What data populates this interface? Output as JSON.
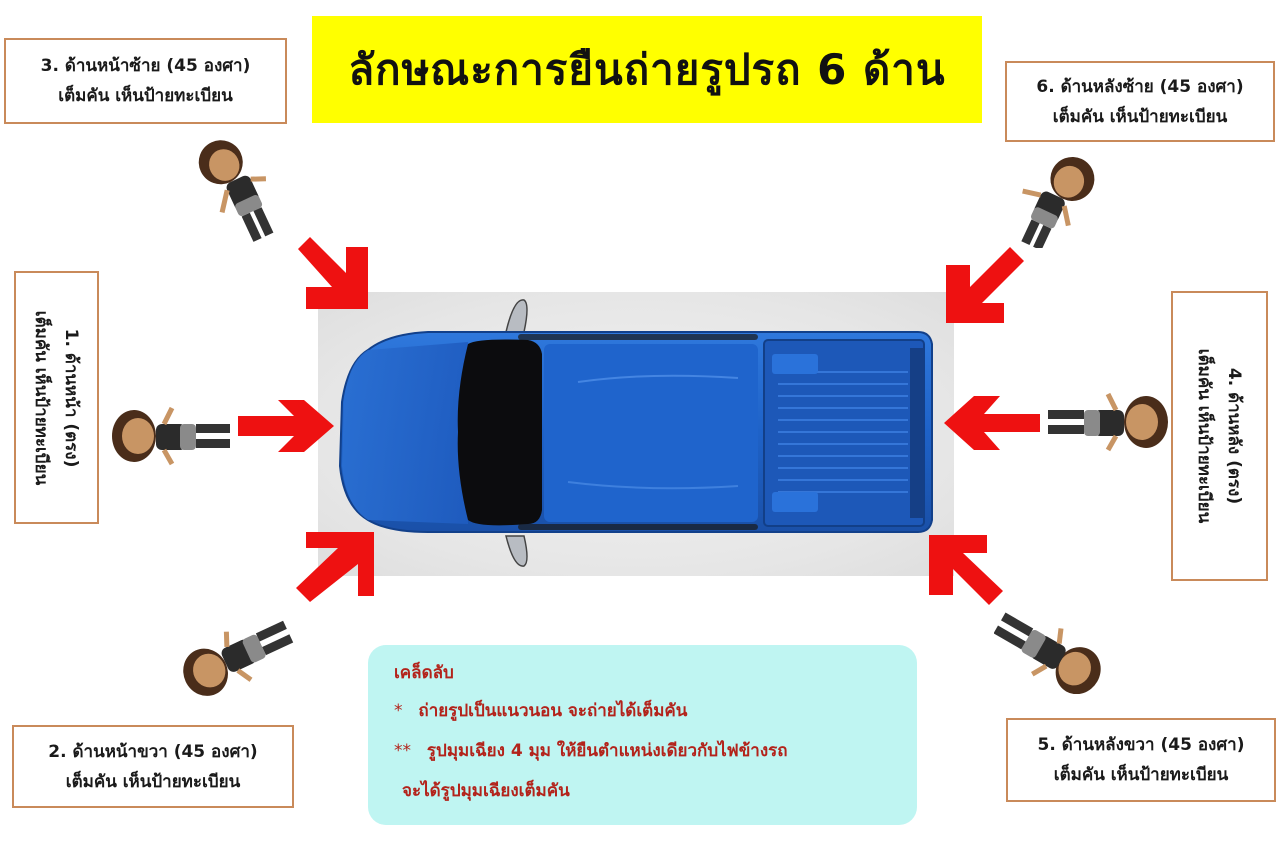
{
  "title": "ลักษณะการยืนถ่ายรูปรถ 6 ด้าน",
  "colors": {
    "title_bg": "#ffff00",
    "label_border": "#c98a5a",
    "arrow": "#ee1111",
    "car": "#1f5fc4",
    "tips_bg": "#bff5f2",
    "tips_text": "#b3231b"
  },
  "positions": [
    {
      "id": 1,
      "line1": "1. ด้านหน้า (ตรง)",
      "line2": "เต็มคัน เห็นป้ายทะเบียน",
      "orientation": "vertical-left"
    },
    {
      "id": 2,
      "line1": "2. ด้านหน้าขวา (45 องศา)",
      "line2": "เต็มคัน เห็นป้ายทะเบียน",
      "orientation": "horizontal"
    },
    {
      "id": 3,
      "line1": "3. ด้านหน้าซ้าย (45 องศา)",
      "line2": "เต็มคัน เห็นป้ายทะเบียน",
      "orientation": "horizontal"
    },
    {
      "id": 4,
      "line1": "4. ด้านหลัง (ตรง)",
      "line2": "เต็มคัน เห็นป้ายทะเบียน",
      "orientation": "vertical-right"
    },
    {
      "id": 5,
      "line1": "5. ด้านหลังขวา (45 องศา)",
      "line2": "เต็มคัน เห็นป้ายทะเบียน",
      "orientation": "horizontal"
    },
    {
      "id": 6,
      "line1": "6. ด้านหลังซ้าย (45 องศา)",
      "line2": "เต็มคัน เห็นป้ายทะเบียน",
      "orientation": "horizontal"
    }
  ],
  "tips": {
    "title": "เคล็ดลับ",
    "items": [
      {
        "bullet": "*",
        "text": "ถ่ายรูปเป็นแนวนอน จะถ่ายได้เต็มคัน"
      },
      {
        "bullet": "**",
        "text": "รูปมุมเฉียง 4 มุม ให้ยืนตำแหน่งเดียวกับไฟข้างรถ"
      }
    ],
    "continuation": "จะได้รูปมุมเฉียงเต็มคัน"
  },
  "icons": {
    "car": "pickup-truck-top-view",
    "arrow": "red-arrow",
    "person": "cartoon-photographer"
  }
}
